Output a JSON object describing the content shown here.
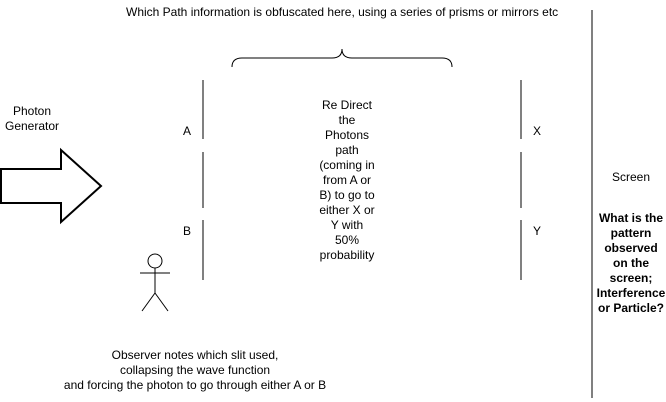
{
  "title": "Which Path information is obfuscated here, using a series of prisms or mirrors etc",
  "generator_label": [
    "Photon",
    "Generator"
  ],
  "slit_a_label": "A",
  "slit_b_label": "B",
  "out_x_label": "X",
  "out_y_label": "Y",
  "redirect_text": [
    "Re Direct",
    "the",
    "Photons",
    "path",
    "(coming in",
    "from A or",
    "B) to go to",
    "either X or",
    "Y with",
    "50%",
    "probability"
  ],
  "screen_label": "Screen",
  "screen_question": [
    "What is the",
    "pattern",
    "observed",
    "on the",
    "screen;",
    "Interference",
    "or Particle?"
  ],
  "observer_text": [
    "Observer notes which slit used,",
    "collapsing the wave function",
    "and forcing the photon to go through either A or B"
  ],
  "colors": {
    "stroke": "#000000",
    "text": "#000000",
    "background": "#ffffff"
  },
  "icons": [
    "right-arrow-icon",
    "curly-brace-icon",
    "stick-figure-icon"
  ]
}
